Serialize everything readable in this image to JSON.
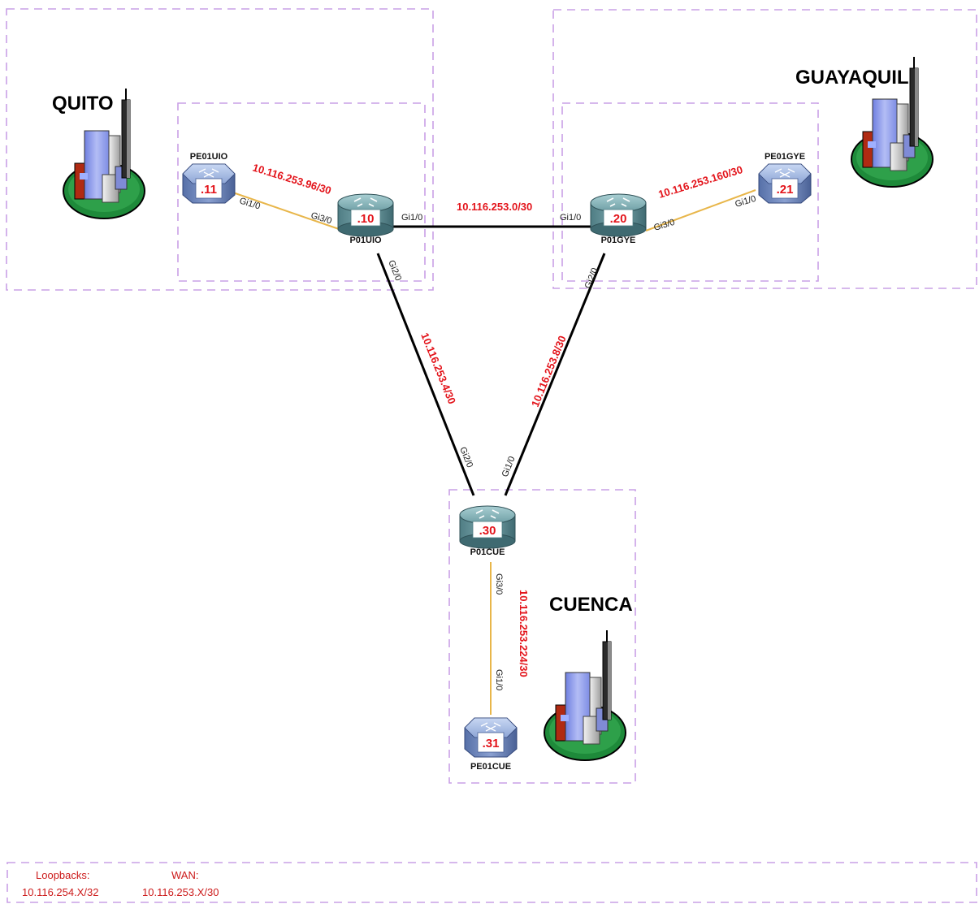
{
  "sites": {
    "quito": "QUITO",
    "guayaquil": "GUAYAQUIL",
    "cuenca": "CUENCA"
  },
  "routers": {
    "p01uio": {
      "name": "P01UIO",
      "addr": ".10"
    },
    "p01gye": {
      "name": "P01GYE",
      "addr": ".20"
    },
    "p01cue": {
      "name": "P01CUE",
      "addr": ".30"
    }
  },
  "switches": {
    "pe01uio": {
      "name": "PE01UIO",
      "addr": ".11"
    },
    "pe01gye": {
      "name": "PE01GYE",
      "addr": ".21"
    },
    "pe01cue": {
      "name": "PE01CUE",
      "addr": ".31"
    }
  },
  "links": {
    "uio_access": {
      "network": "10.116.253.96/30",
      "a_iface": "Gi1/0",
      "b_iface": "Gi3/0"
    },
    "uio_gye": {
      "network": "10.116.253.0/30",
      "a_iface": "Gi1/0",
      "b_iface": "Gi1/0"
    },
    "gye_access": {
      "network": "10.116.253.160/30",
      "a_iface": "Gi3/0",
      "b_iface": "Gi1/0"
    },
    "uio_cue": {
      "network": "10.116.253.4/30",
      "a_iface": "Gi2/0",
      "b_iface": "Gi2/0"
    },
    "gye_cue": {
      "network": "10.116.253.8/30",
      "a_iface": "Gi2/0",
      "b_iface": "Gi1/0"
    },
    "cue_access": {
      "network": "10.116.253.224/30",
      "a_iface": "Gi3/0",
      "b_iface": "Gi1/0"
    }
  },
  "legend": {
    "loopbacks_label": "Loopbacks:",
    "loopbacks_value": "10.116.254.X/32",
    "wan_label": "WAN:",
    "wan_value": "10.116.253.X/30"
  },
  "colors": {
    "zone_border": "#c9a0e6",
    "core_link": "#000000",
    "access_link": "#e8b64a",
    "label_red": "#e3141b"
  },
  "icons": [
    "city-building-icon",
    "router-icon",
    "layer3-switch-icon"
  ]
}
